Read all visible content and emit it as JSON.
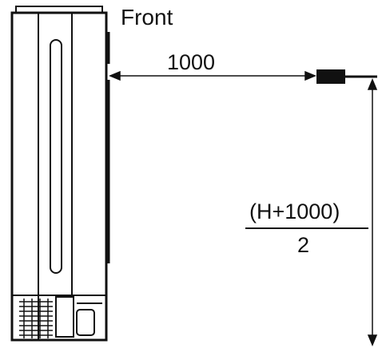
{
  "labels": {
    "front": "Front",
    "horizontal_distance": "1000",
    "height_formula_numerator": "(H+1000)",
    "height_formula_denominator": "2"
  },
  "colors": {
    "line": "#111111",
    "background": "#ffffff"
  }
}
